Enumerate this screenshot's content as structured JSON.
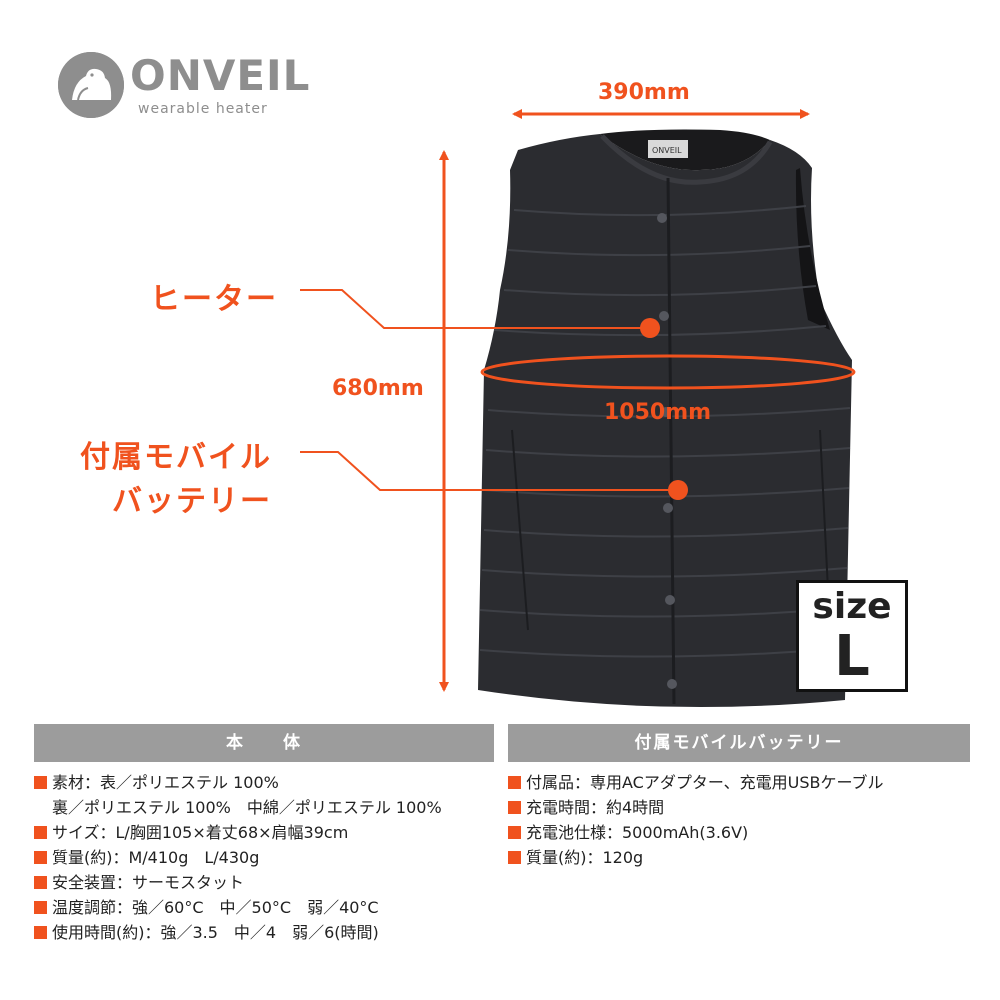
{
  "brand": {
    "name": "ONVEIL",
    "tagline": "wearable heater"
  },
  "dimensions": {
    "width": "390mm",
    "height": "680mm",
    "chest": "1050mm"
  },
  "callouts": {
    "heater": "ヒーター",
    "battery_line1": "付属モバイル",
    "battery_line2": "バッテリー"
  },
  "size_badge": {
    "word": "size",
    "value": "L"
  },
  "body_spec": {
    "title": "本　　体",
    "items": [
      "素材：表／ポリエステル 100%",
      "裏／ポリエステル 100%　中綿／ポリエステル 100%",
      "サイズ：L/胸囲105×着丈68×肩幅39cm",
      "質量(約)：M/410g　L/430g",
      "安全装置：サーモスタット",
      "温度調節：強／60°C　中／50°C　弱／40°C",
      "使用時間(約)：強／3.5　中／4　弱／6(時間)"
    ]
  },
  "battery_spec": {
    "title": "付属モバイルバッテリー",
    "items": [
      "付属品：専用ACアダプター、充電用USBケーブル",
      "充電時間：約4時間",
      "充電池仕様：5000mAh(3.6V)",
      "質量(約)：120g"
    ]
  },
  "colors": {
    "accent": "#f0521e",
    "vest": "#2b2c30",
    "panel_header": "#9c9c9c",
    "logo": "#8e8e8e"
  },
  "icons": {
    "logo_mark": "bear-icon"
  }
}
